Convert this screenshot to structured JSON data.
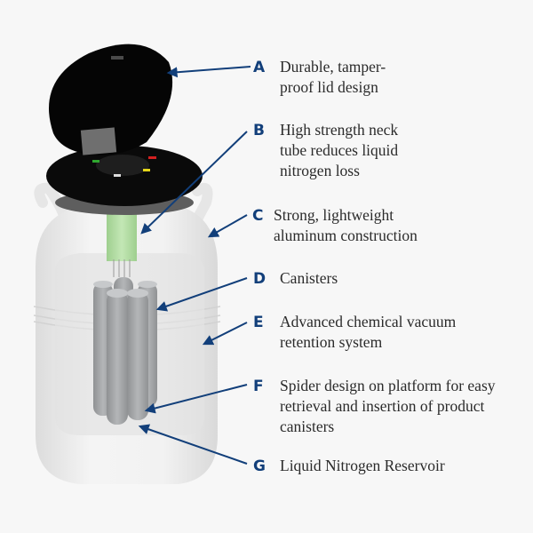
{
  "colors": {
    "background": "#f7f7f7",
    "accent": "#123f7a",
    "text": "#2b2b2b",
    "lid": "#0a0a0a",
    "neck_tube": "#a9d79a",
    "canister": "#a7a9ab",
    "body": "#ededed"
  },
  "labels": [
    {
      "letter": "A",
      "text": "Durable, tamper-\nproof lid design"
    },
    {
      "letter": "B",
      "text": "High strength neck\ntube reduces liquid\nnitrogen loss"
    },
    {
      "letter": "C",
      "text": "Strong, lightweight\n  aluminum construction"
    },
    {
      "letter": "D",
      "text": "Canisters"
    },
    {
      "letter": "E",
      "text": " Advanced chemical vacuum\nretention system"
    },
    {
      "letter": "F",
      "text": "Spider design on platform for easy\nretrieval and insertion of product\ncanisters"
    },
    {
      "letter": "G",
      "text": "Liquid Nitrogen Reservoir"
    }
  ]
}
